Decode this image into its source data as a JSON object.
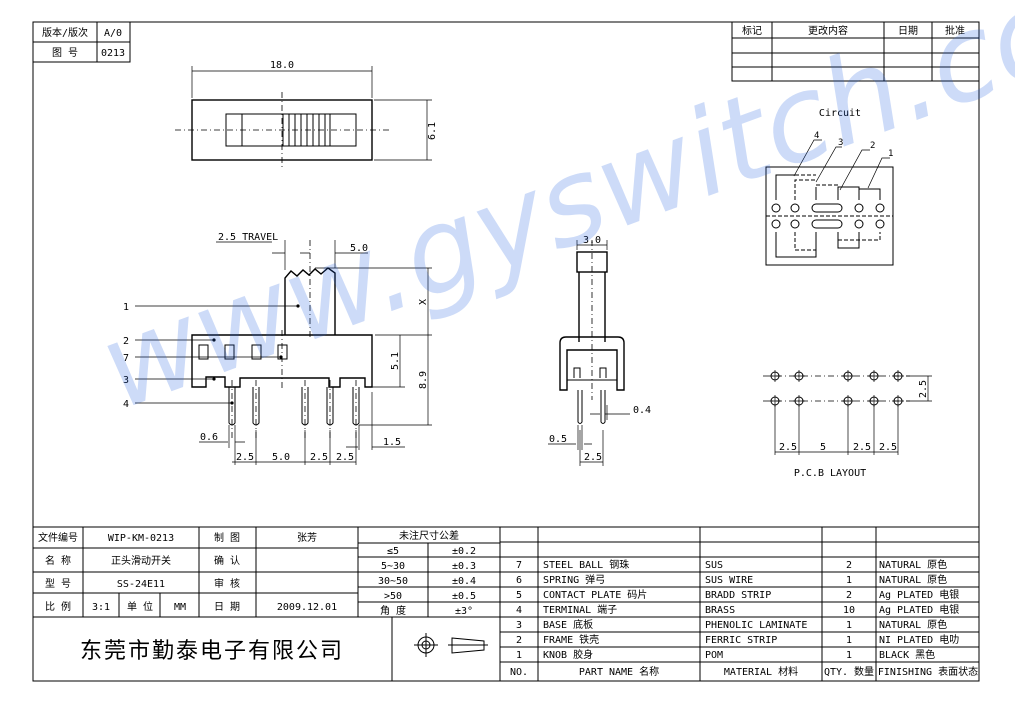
{
  "corner_box": {
    "version_label": "版本/版次",
    "version_value": "A/0",
    "drawing_no_label": "图  号",
    "drawing_no_value": "0213"
  },
  "revision_table": {
    "headers": [
      "标记",
      "更改内容",
      "日期",
      "批准"
    ]
  },
  "watermark": "www.gyswitch.com",
  "top_view": {
    "width_dim": "18.0",
    "height_dim": "6.1"
  },
  "side_view": {
    "travel": "2.5 TRAVEL",
    "knob_width": "5.0",
    "knob_height": "X",
    "body_height": "5.1",
    "total_height": "8.9",
    "pin_width": "0.6",
    "pin_offset": "1.5",
    "pitches": [
      "2.5",
      "5.0",
      "2.5",
      "2.5"
    ],
    "callouts": [
      "1",
      "2",
      "7",
      "3",
      "4"
    ]
  },
  "front_view": {
    "knob_width": "3.0",
    "pin_thick": "0.4",
    "pin_width": "0.5",
    "pin_pitch": "2.5"
  },
  "circuit": {
    "title": "Circuit",
    "labels": [
      "4",
      "3",
      "2",
      "1"
    ]
  },
  "pcb": {
    "title": "P.C.B LAYOUT",
    "row_pitch": "2.5",
    "pitches": [
      "2.5",
      "5",
      "2.5",
      "2.5"
    ]
  },
  "title_block": {
    "file_no_label": "文件编号",
    "file_no": "WIP-KM-0213",
    "name_label": "名  称",
    "name": "正头滑动开关",
    "model_label": "型  号",
    "model": "SS-24E11",
    "scale_label": "比  例",
    "scale": "3:1",
    "unit_label": "单  位",
    "unit": "MM",
    "drawn_label": "制  图",
    "drawn_by": "张芳",
    "confirm_label": "确  认",
    "confirm": "",
    "review_label": "审  核",
    "review": "",
    "date_label": "日  期",
    "date": "2009.12.01",
    "company": "东莞市勤泰电子有限公司"
  },
  "tolerance": {
    "title": "未注尺寸公差",
    "rows": [
      [
        "≤5",
        "±0.2"
      ],
      [
        "5~30",
        "±0.3"
      ],
      [
        "30~50",
        "±0.4"
      ],
      [
        ">50",
        "±0.5"
      ],
      [
        "角  度",
        "±3°"
      ]
    ]
  },
  "parts": {
    "headers": [
      "NO.",
      "PART  NAME  名称",
      "MATERIAL 材料",
      "QTY. 数量",
      "FINISHING 表面状态"
    ],
    "rows": [
      [
        "7",
        "STEEL BALL 钢珠",
        "SUS",
        "2",
        "NATURAL 原色"
      ],
      [
        "6",
        "SPRING  弹弓",
        "SUS WIRE",
        "1",
        "NATURAL 原色"
      ],
      [
        "5",
        "CONTACT PLATE  码片",
        "BRADD STRIP",
        "2",
        "Ag PLATED  电银"
      ],
      [
        "4",
        "TERMINAL  端子",
        "BRASS",
        "10",
        "Ag PLATED  电银"
      ],
      [
        "3",
        "BASE  底板",
        "PHENOLIC LAMINATE",
        "1",
        "NATURAL 原色"
      ],
      [
        "2",
        "FRAME  铁壳",
        "FERRIC STRIP",
        "1",
        "NI PLATED 电叻"
      ],
      [
        "1",
        "KNOB  胶身",
        "POM",
        "1",
        "BLACK 黑色"
      ]
    ]
  }
}
